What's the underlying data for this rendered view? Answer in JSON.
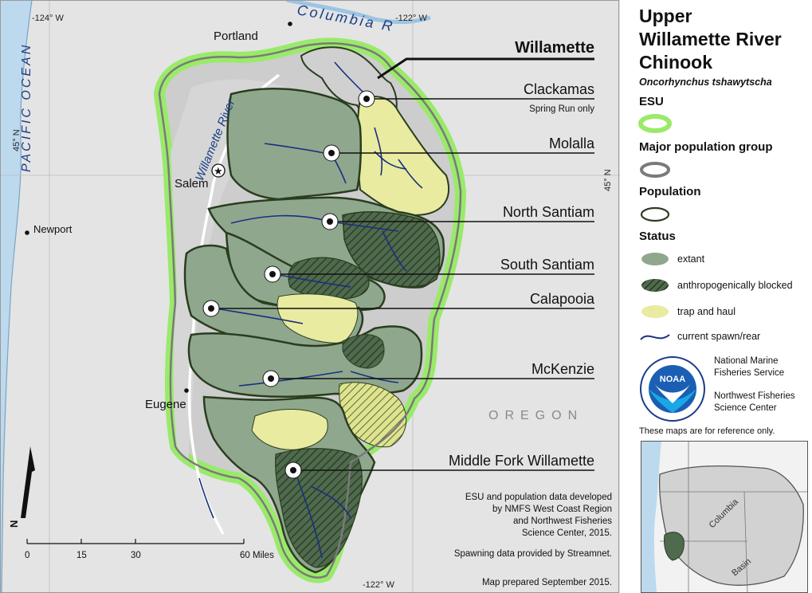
{
  "title_lines": [
    "Upper",
    "Willamette River",
    "Chinook"
  ],
  "scientific_name": "Oncorhynchus tshawytscha",
  "legend": {
    "esu_label": "ESU",
    "mpg_label": "Major population group",
    "population_label": "Population",
    "status_label": "Status",
    "status_items": {
      "extant": "extant",
      "blocked": "anthropogenically blocked",
      "trap": "trap and haul",
      "spawn": "current spawn/rear"
    },
    "colors": {
      "esu": "#9aea6a",
      "mpg": "#7a7a7a",
      "population": "#2a3d1f",
      "extant": "#8fa88d",
      "blocked": "#4f6a4c",
      "trap": "#e8eba0",
      "spawn": "#1a2f80"
    }
  },
  "agency": {
    "logo_text": "NOAA",
    "line1": "National Marine",
    "line2": "Fisheries Service",
    "line3": "Northwest Fisheries",
    "line4": "Science Center"
  },
  "reference_note": "These maps are for reference only.",
  "inset": {
    "columbia_label": "Columbia",
    "basin_label": "Basin"
  },
  "map": {
    "ocean_label": "PACIFIC OCEAN",
    "state_label": "OREGON",
    "cities": {
      "portland": "Portland",
      "salem": "Salem",
      "eugene": "Eugene",
      "newport": "Newport"
    },
    "river_labels": {
      "columbia": "Columbia R",
      "willamette": "Willamette River"
    },
    "graticule": {
      "lon_124": "-124° W",
      "lon_122_top": "-122° W",
      "lon_122_bottom": "-122° W",
      "lat_45_left": "45° N",
      "lat_45_right": "45° N"
    },
    "mpg_name": "Willamette",
    "populations": [
      {
        "name": "Clackamas",
        "note": "Spring Run only"
      },
      {
        "name": "Molalla"
      },
      {
        "name": "North Santiam"
      },
      {
        "name": "South Santiam"
      },
      {
        "name": "Calapooia"
      },
      {
        "name": "McKenzie"
      },
      {
        "name": "Middle Fork Willamette"
      }
    ],
    "scale_bar": {
      "ticks": [
        "0",
        "15",
        "30",
        "60 Miles"
      ]
    },
    "north_label": "N",
    "credits": {
      "line1": "ESU and population data developed",
      "line2": "by NMFS West Coast Region",
      "line3": "and Northwest Fisheries",
      "line4": "Science Center, 2015.",
      "spawning": "Spawning data provided by Streamnet.",
      "prepared": "Map prepared September 2015."
    }
  }
}
